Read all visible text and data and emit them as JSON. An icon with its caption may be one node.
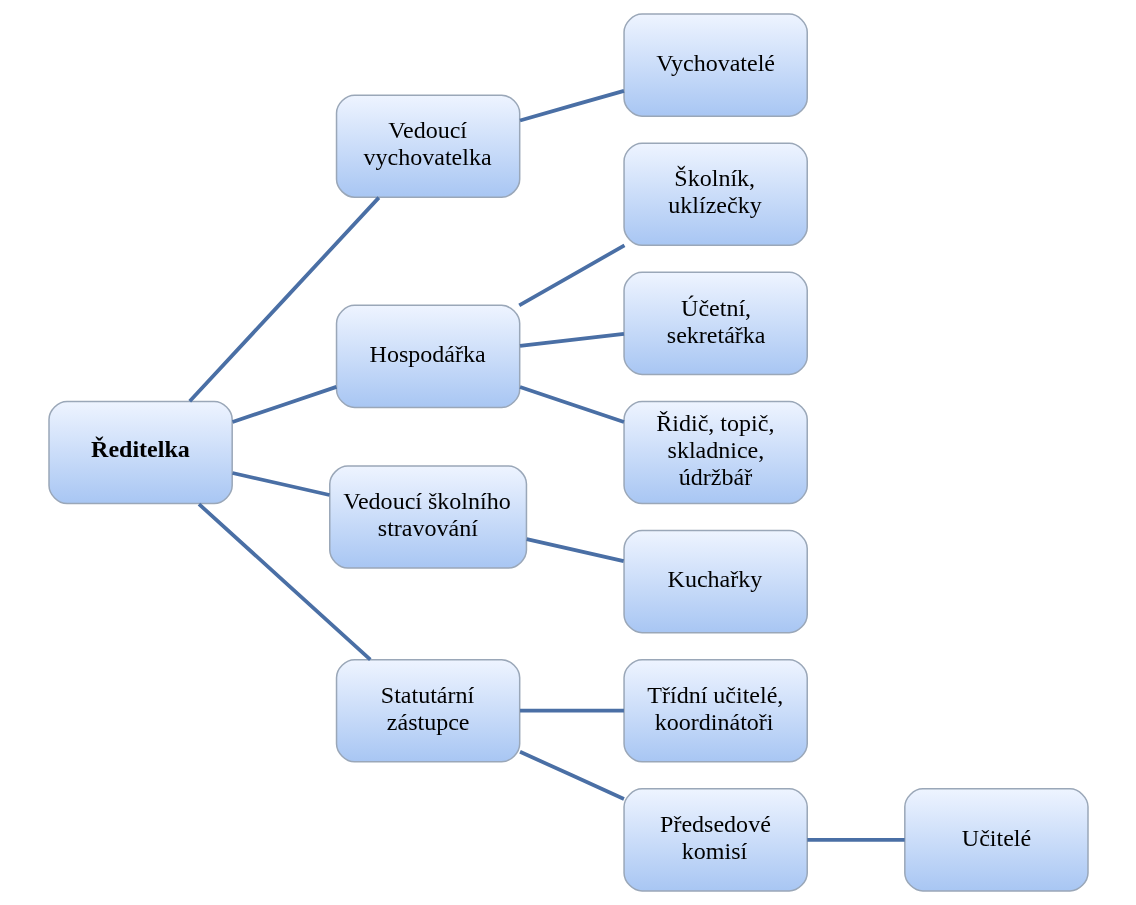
{
  "diagram": {
    "nodes": [
      {
        "text": [
          "Ředitelka"
        ]
      },
      {
        "text": [
          "Vedoucí vychovatelka"
        ]
      },
      {
        "text": [
          "Vychovatelé"
        ]
      },
      {
        "text": [
          "Hospodářka"
        ]
      },
      {
        "text": [
          "Školník, uklízečky"
        ]
      },
      {
        "text": [
          "Účetní, sekretářka"
        ]
      },
      {
        "text": [
          "Řidič, topič, skladnice, údržbář"
        ]
      },
      {
        "text": [
          "Vedoucí školního stravování"
        ]
      },
      {
        "text": [
          "Kuchařky"
        ]
      },
      {
        "text": [
          "Statutární zástupce"
        ]
      },
      {
        "text": [
          "Třídní učitelé, koordinátoři"
        ]
      },
      {
        "text": [
          "Předsedové komisí"
        ]
      },
      {
        "text": [
          "Učitelé"
        ]
      }
    ],
    "edges": [
      {
        "from": 0,
        "to": 1,
        "arrow": "none"
      },
      {
        "from": 0,
        "to": 3,
        "arrow": "none"
      },
      {
        "from": 0,
        "to": 7,
        "arrow": "none"
      },
      {
        "from": 0,
        "to": 9,
        "arrow": "none"
      },
      {
        "from": 1,
        "to": 2,
        "arrow": "none"
      },
      {
        "from": 3,
        "to": 4,
        "arrow": "none"
      },
      {
        "from": 3,
        "to": 5,
        "arrow": "none"
      },
      {
        "from": 3,
        "to": 6,
        "arrow": "none"
      },
      {
        "from": 7,
        "to": 8,
        "arrow": "none"
      },
      {
        "from": 9,
        "to": 10,
        "arrow": "none"
      },
      {
        "from": 9,
        "to": 11,
        "arrow": "none"
      },
      {
        "from": 11,
        "to": 12,
        "arrow": "none"
      }
    ]
  }
}
